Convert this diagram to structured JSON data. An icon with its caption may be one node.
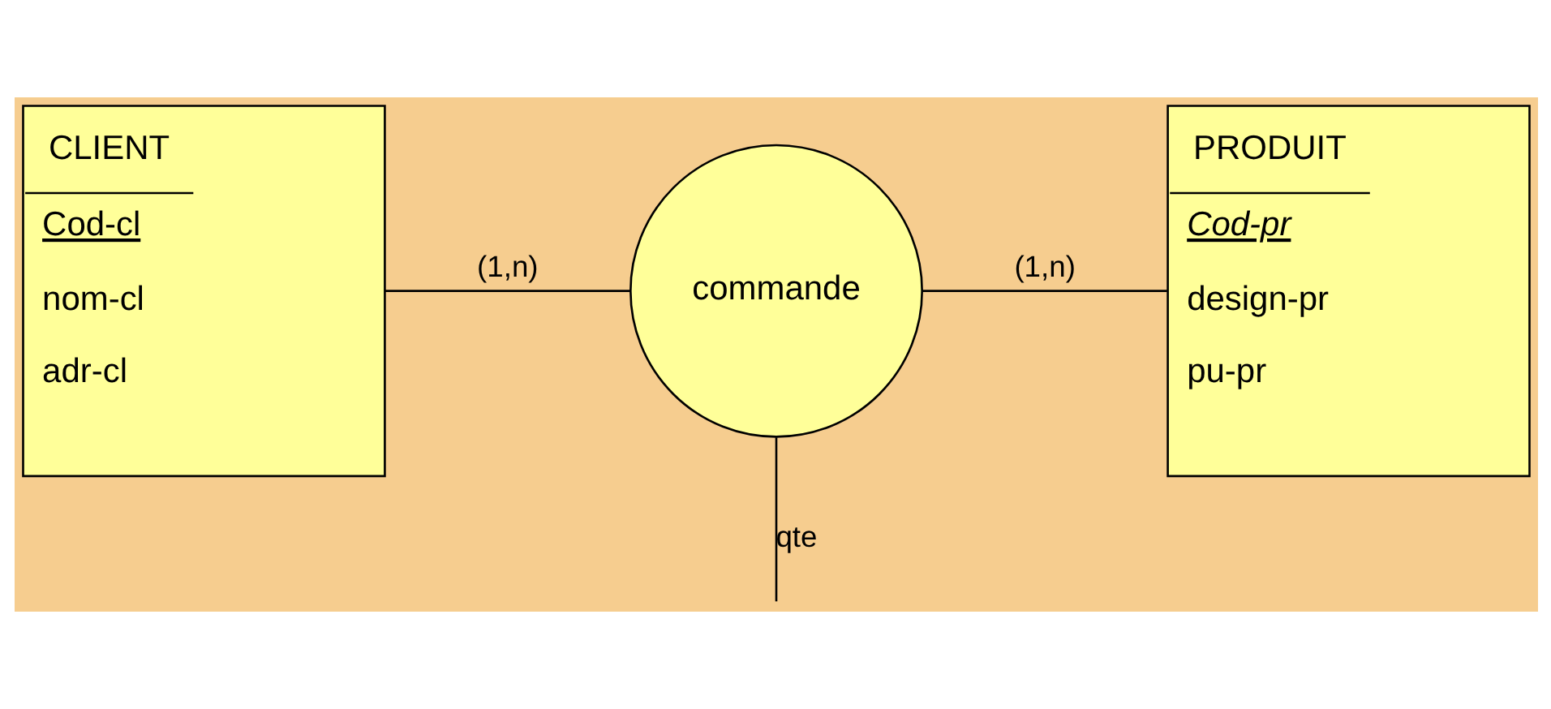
{
  "diagram": {
    "nodes": [
      {
        "text": [
          "CLIENT",
          "Cod-cl",
          "nom-cl",
          "adr-cl"
        ]
      },
      {
        "text": [
          "commande"
        ]
      },
      {
        "text": [
          "PRODUIT",
          "Cod-pr",
          "design-pr",
          "pu-pr"
        ]
      }
    ],
    "edges": [
      {
        "from": 0,
        "to": 1,
        "arrow": "none",
        "label": "(1,n)"
      },
      {
        "from": 1,
        "to": 2,
        "arrow": "none",
        "label": "(1,n)"
      },
      {
        "from": 1,
        "to": null,
        "arrow": "none",
        "label": "qte"
      }
    ]
  }
}
